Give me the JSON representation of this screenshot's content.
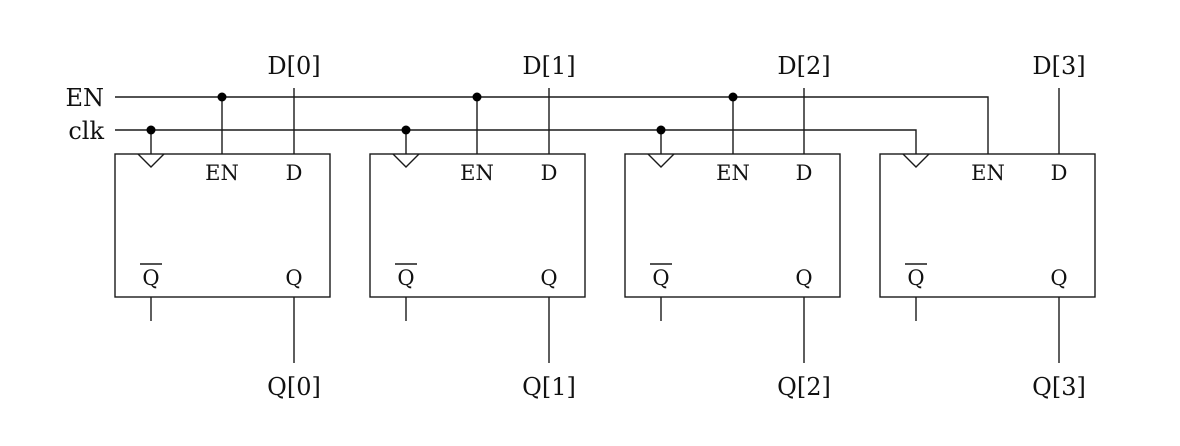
{
  "inputs": {
    "enable_label": "EN",
    "clock_label": "clk"
  },
  "flip_flops": [
    {
      "input_label": "D[0]",
      "output_label": "Q[0]",
      "pin_en": "EN",
      "pin_d": "D",
      "pin_qbar": "Q",
      "pin_q": "Q"
    },
    {
      "input_label": "D[1]",
      "output_label": "Q[1]",
      "pin_en": "EN",
      "pin_d": "D",
      "pin_qbar": "Q",
      "pin_q": "Q"
    },
    {
      "input_label": "D[2]",
      "output_label": "Q[2]",
      "pin_en": "EN",
      "pin_d": "D",
      "pin_qbar": "Q",
      "pin_q": "Q"
    },
    {
      "input_label": "D[3]",
      "output_label": "Q[3]",
      "pin_en": "EN",
      "pin_d": "D",
      "pin_qbar": "Q",
      "pin_q": "Q"
    }
  ]
}
